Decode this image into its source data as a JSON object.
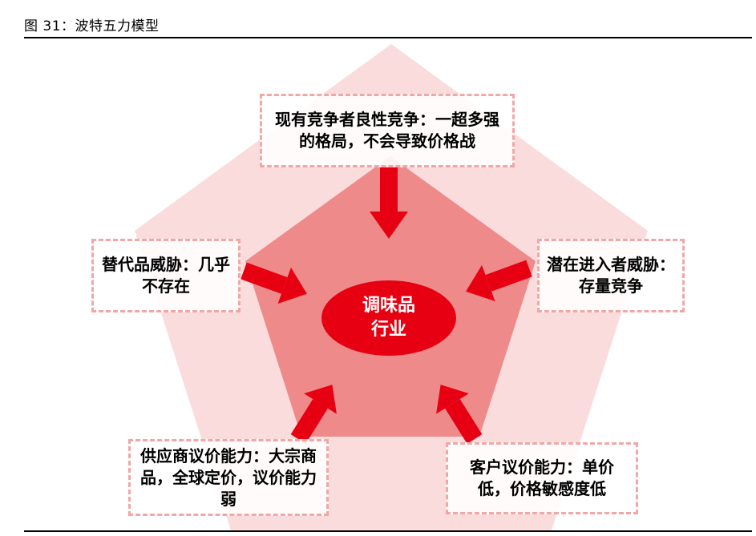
{
  "caption": "图 31：波特五力模型",
  "center": "调味品\n行业",
  "forces": {
    "top": "现有竞争者良性竞争：一超多强的格局，不会导致价格战",
    "left": "替代品威胁：几乎不存在",
    "right": "潜在进入者威胁：存量竞争",
    "bottom_left": "供应商议价能力：大宗商品，全球定价，议价能力弱",
    "bottom_right": "客户议价能力：单价低，价格敏感度低"
  },
  "colors": {
    "outer_pentagon": "#fbdcdc",
    "inner_pentagon": "#ef8a8a",
    "center_ellipse": "#e60012",
    "arrow": "#e60012",
    "box_border": "#f2a6a6"
  }
}
